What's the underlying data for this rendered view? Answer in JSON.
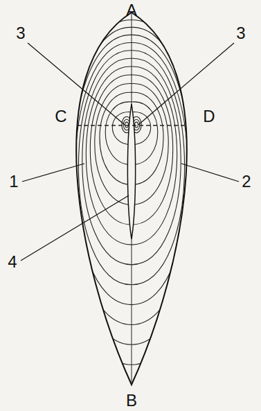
{
  "diagram": {
    "labels": [
      "A",
      "3",
      "3",
      "C",
      "D",
      "1",
      "2",
      "4",
      "B"
    ]
  }
}
